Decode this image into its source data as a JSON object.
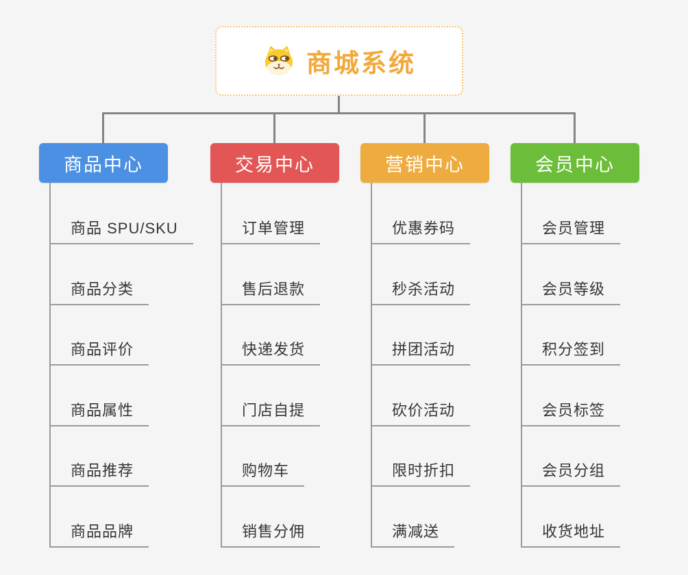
{
  "root": {
    "title": "商城系统",
    "icon": "dog-face-icon",
    "accent_color": "#f2a93c"
  },
  "branches": [
    {
      "label": "商品中心",
      "color": "#4b90e2",
      "items": [
        {
          "label": "商品 SPU/SKU"
        },
        {
          "label": "商品分类"
        },
        {
          "label": "商品评价"
        },
        {
          "label": "商品属性"
        },
        {
          "label": "商品推荐"
        },
        {
          "label": "商品品牌"
        }
      ]
    },
    {
      "label": "交易中心",
      "color": "#e25755",
      "items": [
        {
          "label": "订单管理"
        },
        {
          "label": "售后退款"
        },
        {
          "label": "快递发货"
        },
        {
          "label": "门店自提"
        },
        {
          "label": "购物车"
        },
        {
          "label": "销售分佣"
        }
      ]
    },
    {
      "label": "营销中心",
      "color": "#eeac40",
      "items": [
        {
          "label": "优惠券码"
        },
        {
          "label": "秒杀活动"
        },
        {
          "label": "拼团活动"
        },
        {
          "label": "砍价活动"
        },
        {
          "label": "限时折扣"
        },
        {
          "label": "满减送"
        }
      ]
    },
    {
      "label": "会员中心",
      "color": "#6cbe3a",
      "items": [
        {
          "label": "会员管理"
        },
        {
          "label": "会员等级"
        },
        {
          "label": "积分签到"
        },
        {
          "label": "会员标签"
        },
        {
          "label": "会员分组"
        },
        {
          "label": "收货地址"
        }
      ]
    }
  ],
  "connector_color": "#848484",
  "line_color": "#9a9a9a"
}
